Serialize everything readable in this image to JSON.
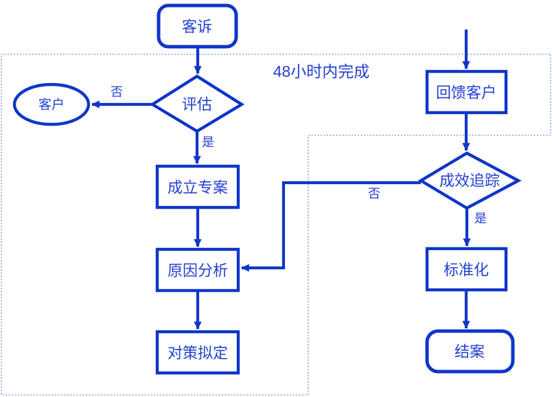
{
  "colors": {
    "line": "#0f36c8",
    "text": "#2440d0",
    "region_border": "#8fa2d4",
    "background": "#ffffff"
  },
  "region": {
    "label": "48小时内完成"
  },
  "nodes": {
    "complaint": {
      "label": "客诉",
      "type": "terminator"
    },
    "evaluate": {
      "label": "评估",
      "type": "decision"
    },
    "customer": {
      "label": "客户",
      "type": "ellipse"
    },
    "create_project": {
      "label": "成立专案",
      "type": "process"
    },
    "cause_analysis": {
      "label": "原因分析",
      "type": "process"
    },
    "countermeasure": {
      "label": "对策拟定",
      "type": "process"
    },
    "feedback": {
      "label": "回馈客户",
      "type": "process"
    },
    "tracking": {
      "label": "成效追踪",
      "type": "decision"
    },
    "standardize": {
      "label": "标准化",
      "type": "process"
    },
    "close_case": {
      "label": "结案",
      "type": "terminator"
    }
  },
  "edge_labels": {
    "evaluate_no": "否",
    "evaluate_yes": "是",
    "tracking_no": "否",
    "tracking_yes": "是"
  }
}
